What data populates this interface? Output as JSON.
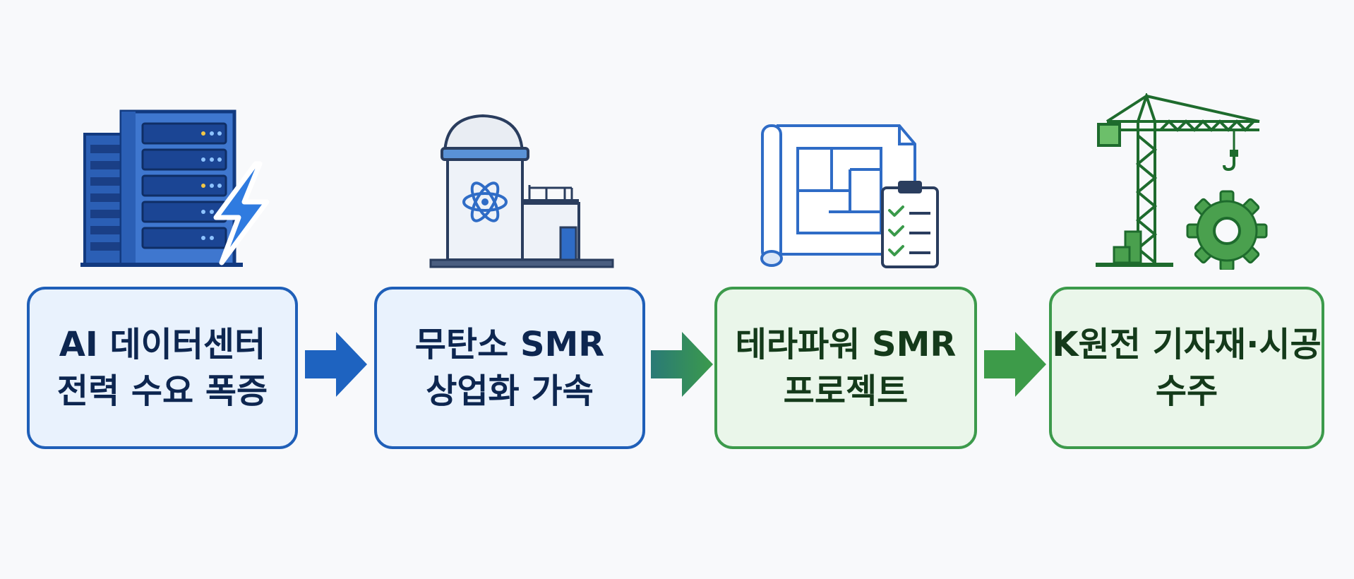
{
  "steps": [
    {
      "label": "AI 데이터센터\n전력 수요 폭증",
      "theme": "blue",
      "icon": "server-lightning-icon"
    },
    {
      "label": "무탄소 SMR\n상업화 가속",
      "theme": "blue",
      "icon": "nuclear-reactor-icon"
    },
    {
      "label": "테라파워 SMR\n프로젝트",
      "theme": "green",
      "icon": "blueprint-checklist-icon"
    },
    {
      "label": "K원전 기자재·시공\n수주",
      "theme": "green",
      "icon": "crane-gear-icon"
    }
  ],
  "colors": {
    "blue_border": "#1f5fb8",
    "blue_fill": "#e9f2fd",
    "green_border": "#3c9a4b",
    "green_fill": "#eaf6ea",
    "arrow_blue": "#1e63c0",
    "arrow_teal": "#2e8a5c",
    "arrow_green": "#3d9b49"
  }
}
